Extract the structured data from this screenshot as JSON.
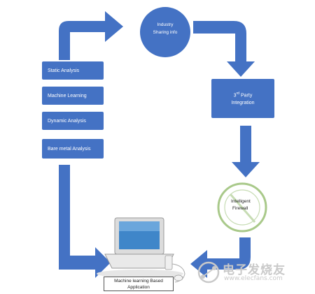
{
  "nodes": {
    "industry_sharing_line1": "Industry",
    "industry_sharing_line2": "Sharing info",
    "third_party_prefix": "3",
    "third_party_sup": "rd",
    "third_party_suffix": " Party",
    "third_party_line2": "Integration",
    "firewall_line1": "Intelligent",
    "firewall_line2": "Firewall",
    "app_line1": "Machine learning Based",
    "app_line2": "Application"
  },
  "analysis_boxes": [
    "Static Analysis",
    "Machine Learning",
    "Dynamic Analysis",
    "Bare metal Analysis"
  ],
  "watermark": {
    "text": "电子发烧友",
    "url": "www.elecfans.com"
  },
  "colors": {
    "arrow_blue": "#4472c4",
    "firewall_ring": "#a9c98a",
    "watermark_gray": "#c9c9c9"
  }
}
